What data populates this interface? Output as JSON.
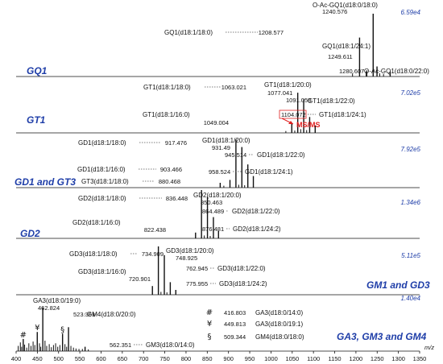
{
  "chart_data": {
    "type": "mass_spectrum_stack",
    "xlabel": "m/z",
    "xlim": [
      400,
      1350
    ],
    "x_ticks": [
      400,
      450,
      500,
      550,
      600,
      650,
      700,
      750,
      800,
      850,
      900,
      950,
      1000,
      1050,
      1100,
      1150,
      1200,
      1250,
      1300,
      1350
    ],
    "panels": [
      {
        "name": "GQ1",
        "max_intensity": "6.59e4",
        "peaks": [
          {
            "mz": 1208.577,
            "label": "GQ1(d18:1/18:0)",
            "rel": 0.62,
            "side": "left"
          },
          {
            "mz": 1240.576,
            "label": "O-Ac-GQ1(d18:0/18:0)",
            "rel": 1.0,
            "side": "above"
          },
          {
            "mz": 1249.611,
            "label": "GQ1(d18:1/24:1)",
            "rel": 0.16,
            "side": "above"
          },
          {
            "mz": 1280.607,
            "label": "O-Ac-GQ1(d18:0/22:0)",
            "rel": 0.08,
            "side": "right"
          }
        ],
        "minor_peaks": [
          {
            "mz": 1192,
            "rel": 0.05
          },
          {
            "mz": 1224,
            "rel": 0.08
          },
          {
            "mz": 1226,
            "rel": 0.1
          },
          {
            "mz": 1256,
            "rel": 0.05
          },
          {
            "mz": 1265,
            "rel": 0.04
          }
        ]
      },
      {
        "name": "GT1",
        "max_intensity": "7.02e5",
        "peaks": [
          {
            "mz": 1063.021,
            "label": "GT1(d18:1/18:0)",
            "rel": 0.86,
            "side": "left"
          },
          {
            "mz": 1077.041,
            "label": "GT1(d18:1/20:0)",
            "rel": 0.72,
            "side": "above"
          },
          {
            "mz": 1091.058,
            "label": "GT1(d18:1/22:0)",
            "rel": 0.34,
            "side": "right"
          },
          {
            "mz": 1104.072,
            "label": "GT1(d18:1/24:1)",
            "rel": 0.16,
            "side": "right",
            "boxed": true
          },
          {
            "mz": 1049.004,
            "label": "GT1(d18:1/16:0)",
            "rel": 0.22,
            "side": "left"
          }
        ],
        "minor_peaks": [
          {
            "mz": 1035,
            "rel": 0.04
          },
          {
            "mz": 1056,
            "rel": 0.05
          },
          {
            "mz": 1070,
            "rel": 0.08
          },
          {
            "mz": 1084,
            "rel": 0.06
          }
        ],
        "annotation": "MS/MS"
      },
      {
        "name": "GD1 and GT3",
        "max_intensity": "7.92e5",
        "peaks": [
          {
            "mz": 917.476,
            "label": "GD1(d18:1/18:0)",
            "rel": 1.0,
            "side": "left"
          },
          {
            "mz": 931.49,
            "label": "GD1(d18:1/20:0)",
            "rel": 0.84,
            "side": "above"
          },
          {
            "mz": 945.514,
            "label": "GD1(d18:1/22:0)",
            "rel": 0.48,
            "side": "right"
          },
          {
            "mz": 903.466,
            "label": "GD1(d18:1/16:0)",
            "rel": 0.16,
            "side": "left"
          },
          {
            "mz": 958.524,
            "label": "GD1(d18:1/24:1)",
            "rel": 0.24,
            "side": "right"
          },
          {
            "mz": 880.468,
            "label": "GT3(d18:1/18:0)",
            "rel": 0.1,
            "side": "left"
          }
        ],
        "minor_peaks": [
          {
            "mz": 889,
            "rel": 0.04
          },
          {
            "mz": 924,
            "rel": 0.06
          },
          {
            "mz": 938,
            "rel": 0.05
          }
        ]
      },
      {
        "name": "GD2",
        "max_intensity": "1.34e6",
        "peaks": [
          {
            "mz": 836.448,
            "label": "GD2(d18:1/18:0)",
            "rel": 1.0,
            "side": "left"
          },
          {
            "mz": 850.463,
            "label": "GD2(d18:1/20:0)",
            "rel": 0.86,
            "side": "above"
          },
          {
            "mz": 864.489,
            "label": "GD2(d18:1/22:0)",
            "rel": 0.44,
            "side": "right"
          },
          {
            "mz": 822.438,
            "label": "GD2(d18:1/16:0)",
            "rel": 0.12,
            "side": "left"
          },
          {
            "mz": 876.481,
            "label": "GD2(d18:1/24:2)",
            "rel": 0.16,
            "side": "right"
          }
        ],
        "minor_peaks": [
          {
            "mz": 843,
            "rel": 0.06
          },
          {
            "mz": 857,
            "rel": 0.05
          }
        ]
      },
      {
        "name": "GM1 and GD3",
        "max_intensity": "5.11e5",
        "peaks": [
          {
            "mz": 734.909,
            "label": "GD3(d18:1/18:0)",
            "rel": 1.0,
            "side": "left"
          },
          {
            "mz": 748.925,
            "label": "GD3(d18:1/20:0)",
            "rel": 0.82,
            "side": "above"
          },
          {
            "mz": 762.945,
            "label": "GD3(d18:1/22:0)",
            "rel": 0.26,
            "side": "right"
          },
          {
            "mz": 720.901,
            "label": "GD3(d18:1/16:0)",
            "rel": 0.18,
            "side": "left"
          },
          {
            "mz": 775.955,
            "label": "GD3(d18:1/24:2)",
            "rel": 0.1,
            "side": "right"
          }
        ],
        "minor_peaks": [
          {
            "mz": 741,
            "rel": 0.06
          },
          {
            "mz": 755,
            "rel": 0.05
          }
        ]
      },
      {
        "name": "GA3, GM3 and GM4",
        "max_intensity": "1.40e4",
        "peaks": [
          {
            "mz": 462.824,
            "label": "GA3(d18:0/19:0)",
            "rel": 1.0,
            "side": "above"
          },
          {
            "mz": 523.361,
            "label": "GM4(d18:0/20:0)",
            "rel": 0.55,
            "side": "right"
          },
          {
            "mz": 562.351,
            "label": "GM3(d18:0/14:0)",
            "rel": 0.1,
            "side": "right"
          }
        ],
        "symbol_peaks": [
          {
            "symbol": "#",
            "mz": 416.803,
            "rel": 0.28
          },
          {
            "symbol": "¥",
            "mz": 449.813,
            "rel": 0.44
          },
          {
            "symbol": "§",
            "mz": 509.344,
            "rel": 0.4
          }
        ],
        "legend": [
          {
            "symbol": "#",
            "mz": "416.803",
            "label": "GA3(d18:0/14:0)"
          },
          {
            "symbol": "¥",
            "mz": "449.813",
            "label": "GA3(d18:0/19:1)"
          },
          {
            "symbol": "§",
            "mz": "509.344",
            "label": "GM4(d18:0/18:0)"
          }
        ],
        "noise": [
          {
            "mz": 405,
            "rel": 0.12
          },
          {
            "mz": 410,
            "rel": 0.2
          },
          {
            "mz": 413,
            "rel": 0.1
          },
          {
            "mz": 420,
            "rel": 0.15
          },
          {
            "mz": 425,
            "rel": 0.08
          },
          {
            "mz": 430,
            "rel": 0.18
          },
          {
            "mz": 435,
            "rel": 0.12
          },
          {
            "mz": 440,
            "rel": 0.22
          },
          {
            "mz": 444,
            "rel": 0.14
          },
          {
            "mz": 455,
            "rel": 0.18
          },
          {
            "mz": 458,
            "rel": 0.1
          },
          {
            "mz": 468,
            "rel": 0.24
          },
          {
            "mz": 472,
            "rel": 0.12
          },
          {
            "mz": 478,
            "rel": 0.16
          },
          {
            "mz": 483,
            "rel": 0.09
          },
          {
            "mz": 488,
            "rel": 0.14
          },
          {
            "mz": 493,
            "rel": 0.18
          },
          {
            "mz": 498,
            "rel": 0.1
          },
          {
            "mz": 503,
            "rel": 0.14
          },
          {
            "mz": 515,
            "rel": 0.16
          },
          {
            "mz": 519,
            "rel": 0.1
          },
          {
            "mz": 529,
            "rel": 0.12
          },
          {
            "mz": 535,
            "rel": 0.08
          },
          {
            "mz": 541,
            "rel": 0.06
          },
          {
            "mz": 548,
            "rel": 0.05
          },
          {
            "mz": 556,
            "rel": 0.05
          },
          {
            "mz": 570,
            "rel": 0.04
          }
        ]
      }
    ]
  }
}
